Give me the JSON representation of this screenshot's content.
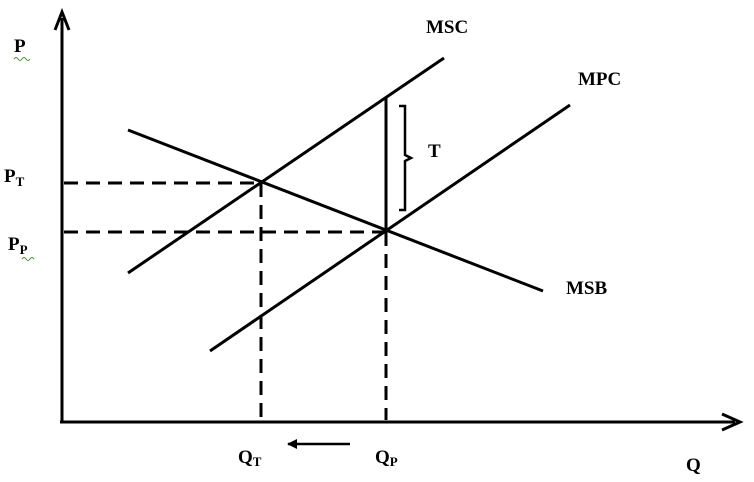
{
  "axes": {
    "y_label": "P",
    "x_label": "Q"
  },
  "curves": {
    "msc": "MSC",
    "mpc": "MPC",
    "msb": "MSB"
  },
  "tax": {
    "label": "T"
  },
  "price_labels": {
    "pt": {
      "main": "P",
      "sub": "T"
    },
    "pp": {
      "main": "P",
      "sub": "P"
    }
  },
  "quantity_labels": {
    "qt": {
      "main": "Q",
      "sub": "T"
    },
    "qp": {
      "main": "Q",
      "sub": "P"
    }
  },
  "colors": {
    "ink": "#000000",
    "background": "#ffffff",
    "spellcheck_underline": "#4a8f3a"
  }
}
